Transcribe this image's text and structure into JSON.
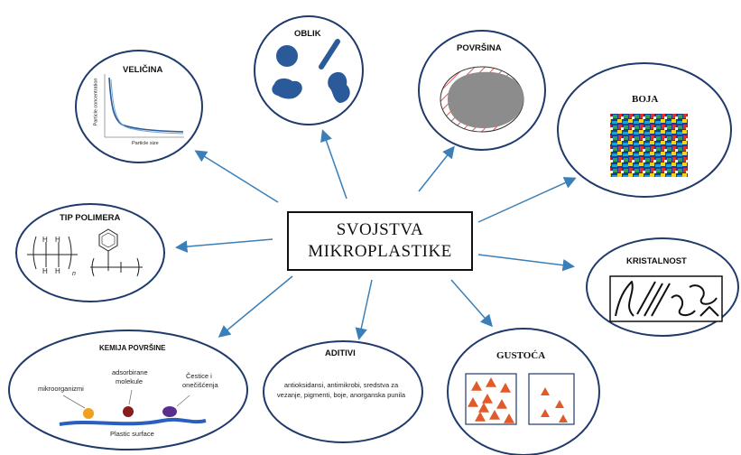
{
  "center": {
    "line1": "SVOJSTVA",
    "line2": "MIKROPLASTIKE"
  },
  "nodes": {
    "velicina": {
      "title": "VELIČINA",
      "ylabel": "Particle concentration",
      "xlabel": "Particle size"
    },
    "oblik": {
      "title": "OBLIK"
    },
    "povrsina": {
      "title": "POVRŠINA"
    },
    "boja": {
      "title": "BOJA"
    },
    "tip_polimera": {
      "title": "TIP POLIMERA"
    },
    "kristalnost": {
      "title": "KRISTALNOST"
    },
    "kemija_povrsine": {
      "title": "KEMIJA POVRŠINE",
      "mikroorganizmi": "mikroorganizmi",
      "adsorbirane_1": "adsorbirane",
      "adsorbirane_2": "molekule",
      "cestice_1": "Čestice i",
      "cestice_2": "onečišćenja",
      "surface": "Plastic surface"
    },
    "aditivi": {
      "title": "ADITIVI",
      "text": "antioksidansi, antimikrobi, sredstva za vezanje, pigmenti, boje, anorganska punila"
    },
    "gustoca": {
      "title": "GUSTOĆA"
    }
  },
  "colors": {
    "ellipse_stroke": "#1f3a6b",
    "arrow": "#3a7fb8",
    "shape_fill": "#2a5a9a",
    "triangle": "#e05a2a"
  }
}
